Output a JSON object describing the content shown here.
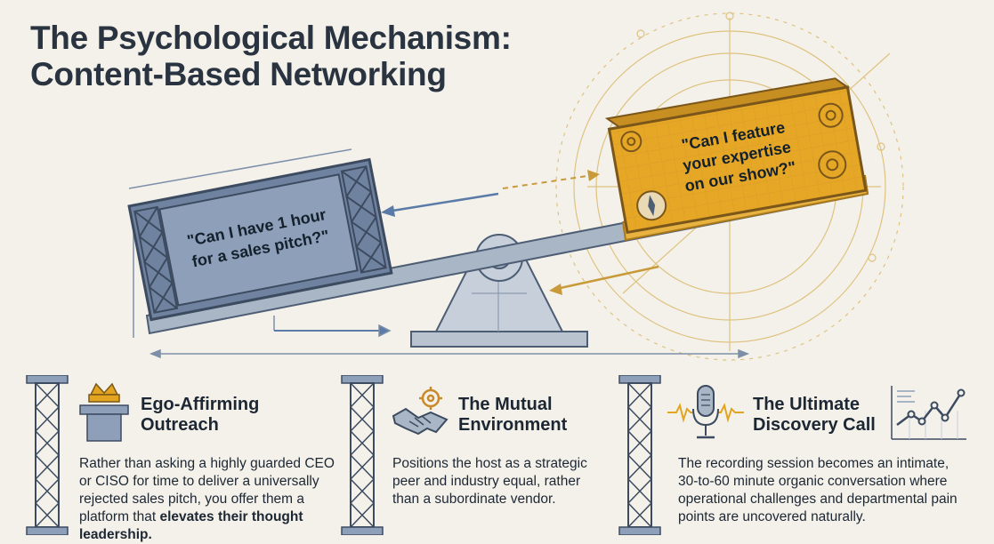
{
  "title": {
    "line1": "The Psychological Mechanism:",
    "line2": "Content-Based Networking"
  },
  "seesaw": {
    "heavy_box_text": [
      "\"Can I have 1 hour",
      "for a sales pitch?\""
    ],
    "light_box_text": [
      "\"Can I feature",
      "your expertise",
      "on our show?\""
    ]
  },
  "columns": [
    {
      "heading": [
        "Ego-Affirming",
        "Outreach"
      ],
      "icon": "crown-podium-icon",
      "body_prefix": "Rather than asking a highly guarded CEO or CISO for time to deliver a universally rejected sales pitch, you offer them a platform that ",
      "body_bold": "elevates their thought leadership."
    },
    {
      "heading": [
        "The Mutual",
        "Environment"
      ],
      "icon": "handshake-gear-icon",
      "body_prefix": "Positions the host as a strategic peer and industry equal, rather than a subordinate vendor.",
      "body_bold": ""
    },
    {
      "heading": [
        "The Ultimate",
        "Discovery Call"
      ],
      "icon": "microphone-icon",
      "body_prefix": "The recording session becomes an intimate, 30-to-60 minute organic conversation where operational challenges and departmental pain points are uncovered naturally.",
      "body_bold": ""
    }
  ],
  "colors": {
    "background": "#f3f1ea",
    "steel": "#7d8fa8",
    "steel_dark": "#4d5d74",
    "gold": "#e3a41f",
    "gold_light": "#d9b35c",
    "text": "#1f2a36"
  }
}
